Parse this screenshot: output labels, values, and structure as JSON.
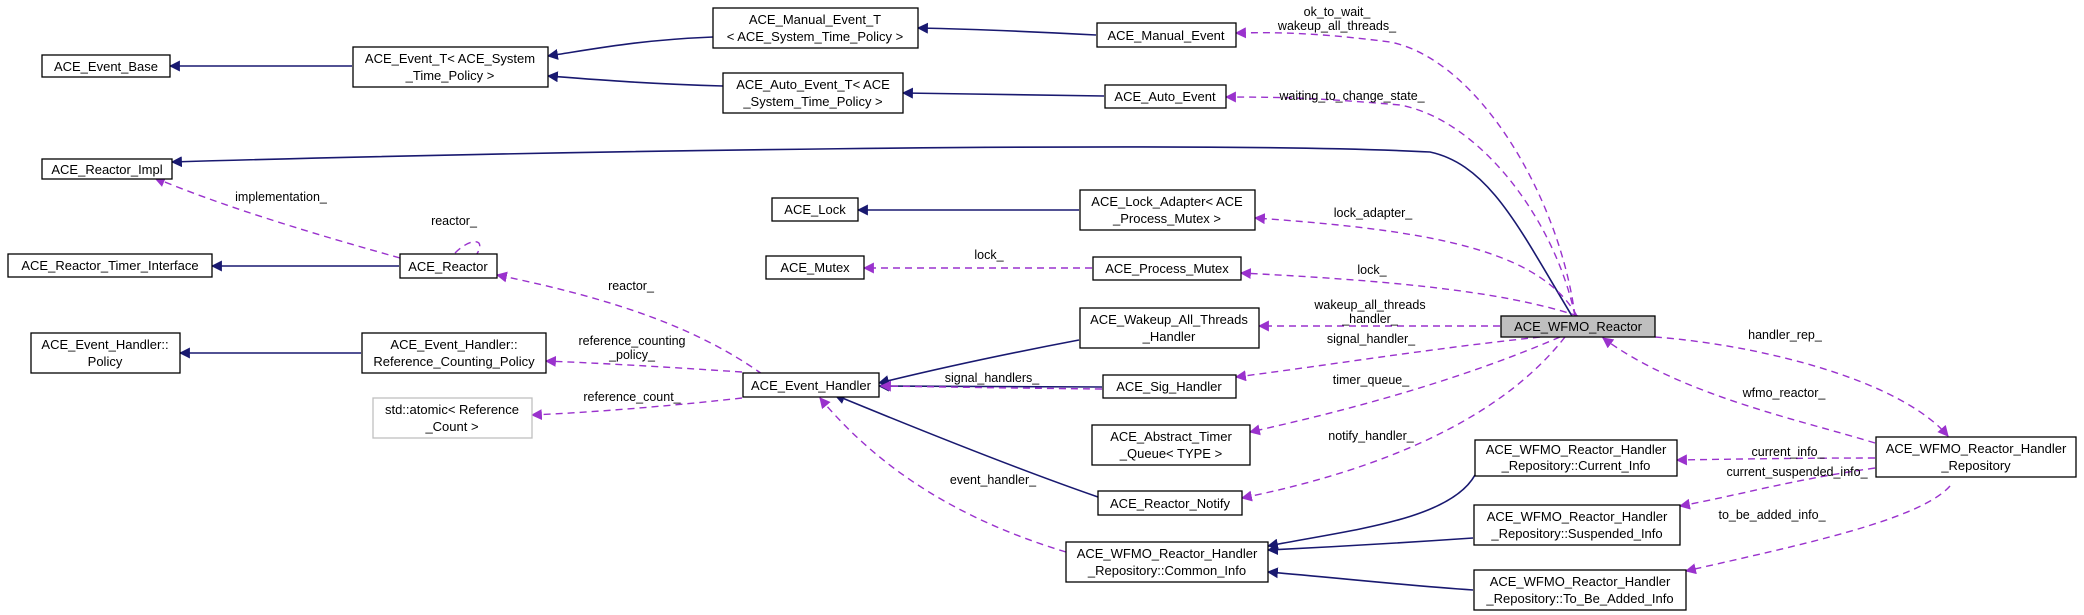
{
  "nodes": {
    "event_base": [
      "ACE_Event_Base"
    ],
    "event_t": [
      "ACE_Event_T< ACE_System",
      "_Time_Policy >"
    ],
    "manual_event_t": [
      "ACE_Manual_Event_T",
      "< ACE_System_Time_Policy >"
    ],
    "auto_event_t": [
      "ACE_Auto_Event_T< ACE",
      "_System_Time_Policy >"
    ],
    "manual_event": [
      "ACE_Manual_Event"
    ],
    "auto_event": [
      "ACE_Auto_Event"
    ],
    "reactor_impl": [
      "ACE_Reactor_Impl"
    ],
    "ace_lock": [
      "ACE_Lock"
    ],
    "lock_adapter": [
      "ACE_Lock_Adapter< ACE",
      "_Process_Mutex >"
    ],
    "ace_reactor": [
      "ACE_Reactor"
    ],
    "reactor_timer_interface": [
      "ACE_Reactor_Timer_Interface"
    ],
    "ace_mutex": [
      "ACE_Mutex"
    ],
    "process_mutex": [
      "ACE_Process_Mutex"
    ],
    "eh_policy": [
      "ACE_Event_Handler::",
      "Policy"
    ],
    "eh_ref_policy": [
      "ACE_Event_Handler::",
      "Reference_Counting_Policy"
    ],
    "wakeup_handler": [
      "ACE_Wakeup_All_Threads",
      "_Handler"
    ],
    "wfmo_reactor": [
      "ACE_WFMO_Reactor"
    ],
    "event_handler": [
      "ACE_Event_Handler"
    ],
    "sig_handler": [
      "ACE_Sig_Handler"
    ],
    "atomic_ref_count": [
      "std::atomic< Reference",
      "_Count >"
    ],
    "abstract_timer_queue": [
      "ACE_Abstract_Timer",
      "_Queue< TYPE >"
    ],
    "reactor_notify": [
      "ACE_Reactor_Notify"
    ],
    "hr_current_info": [
      "ACE_WFMO_Reactor_Handler",
      "_Repository::Current_Info"
    ],
    "hr_repository": [
      "ACE_WFMO_Reactor_Handler",
      "_Repository"
    ],
    "hr_common_info": [
      "ACE_WFMO_Reactor_Handler",
      "_Repository::Common_Info"
    ],
    "hr_suspended_info": [
      "ACE_WFMO_Reactor_Handler",
      "_Repository::Suspended_Info"
    ],
    "hr_to_be_added_info": [
      "ACE_WFMO_Reactor_Handler",
      "_Repository::To_Be_Added_Info"
    ]
  },
  "edge_labels": {
    "ok_to_wait": [
      "ok_to_wait_",
      "wakeup_all_threads_"
    ],
    "waiting_to_change_state": [
      "waiting_to_change_state_"
    ],
    "implementation": [
      "implementation_"
    ],
    "reactor_self": [
      "reactor_"
    ],
    "lock_adapter": [
      "lock_adapter_"
    ],
    "lock_in_process_mutex": [
      "lock_"
    ],
    "lock_wfmo": [
      "lock_"
    ],
    "reactor_eh": [
      "reactor_"
    ],
    "wakeup_all_threads_handler": [
      "wakeup_all_threads",
      "_handler_"
    ],
    "signal_handler": [
      "signal_handler_"
    ],
    "handler_rep": [
      "handler_rep_"
    ],
    "reference_counting_policy": [
      "reference_counting",
      "_policy_"
    ],
    "signal_handlers": [
      "signal_handlers_"
    ],
    "reference_count": [
      "reference_count_"
    ],
    "timer_queue": [
      "timer_queue_"
    ],
    "wfmo_reactor": [
      "wfmo_reactor_"
    ],
    "notify_handler": [
      "notify_handler_"
    ],
    "current_info": [
      "current_info_"
    ],
    "current_suspended_info": [
      "current_suspended_info_"
    ],
    "event_handler": [
      "event_handler_"
    ],
    "to_be_added_info": [
      "to_be_added_info_"
    ]
  },
  "colors": {
    "inheritance_edge": "#191970",
    "usage_edge": "#9a32cd",
    "focus_fill": "#bfbfbf",
    "undocumented_border": "#bfbfbf"
  }
}
